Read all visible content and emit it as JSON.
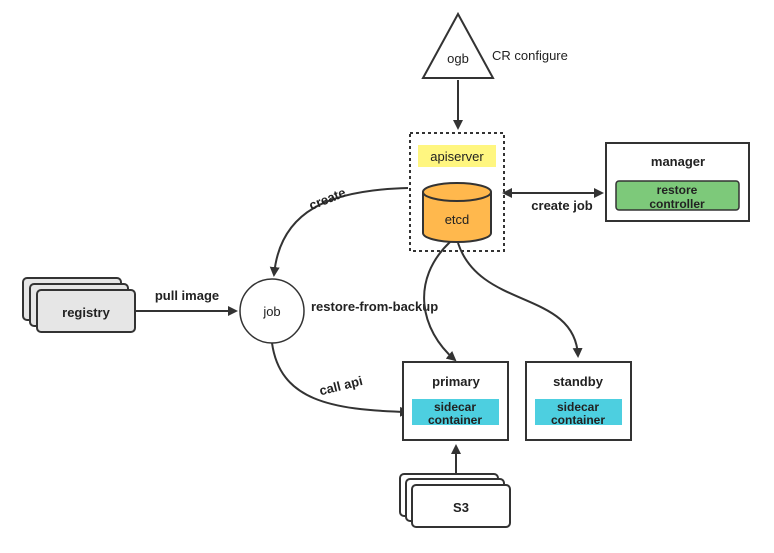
{
  "nodes": {
    "ogb": "ogb",
    "cr_configure": "CR configure",
    "apiserver": "apiserver",
    "etcd": "etcd",
    "manager": "manager",
    "restore_controller_line1": "restore",
    "restore_controller_line2": "controller",
    "registry": "registry",
    "job": "job",
    "primary": "primary",
    "standby": "standby",
    "sidecar_line1": "sidecar",
    "sidecar_line2": "container",
    "s3": "S3"
  },
  "edges": {
    "create": "create",
    "create_job": "create job",
    "pull_image": "pull image",
    "restore_from_backup": "restore-from-backup",
    "call_api": "call api"
  },
  "colors": {
    "apiserver_fill": "#fff680",
    "etcd_fill": "#ffb84d",
    "controller_fill": "#7dc97a",
    "sidecar_fill": "#4dcfe0",
    "storage_fill": "#e6e6e6",
    "line": "#333333"
  }
}
